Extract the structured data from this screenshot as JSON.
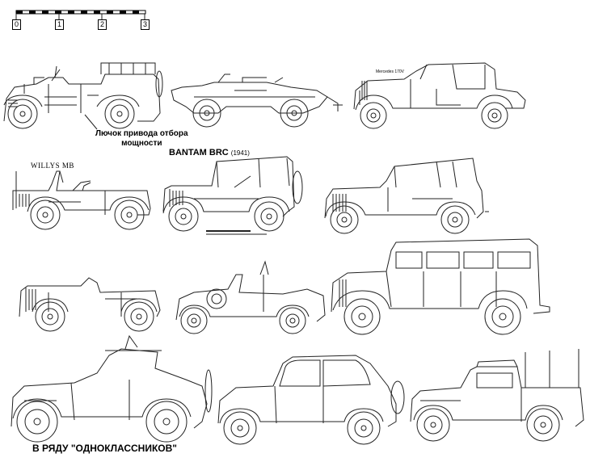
{
  "scale": {
    "ticks": [
      "0",
      "1",
      "2",
      "3"
    ]
  },
  "labels": {
    "pto_line1": "Лючок привода отбора",
    "pto_line2": "мощности",
    "bantam_name": "BANTAM BRC",
    "bantam_year": "(1941)",
    "willys": "WILLYS MB",
    "mercedes": "Mercedes 170V",
    "footer": "В РЯДУ \"ОДНОКЛАССНИКОВ\""
  }
}
